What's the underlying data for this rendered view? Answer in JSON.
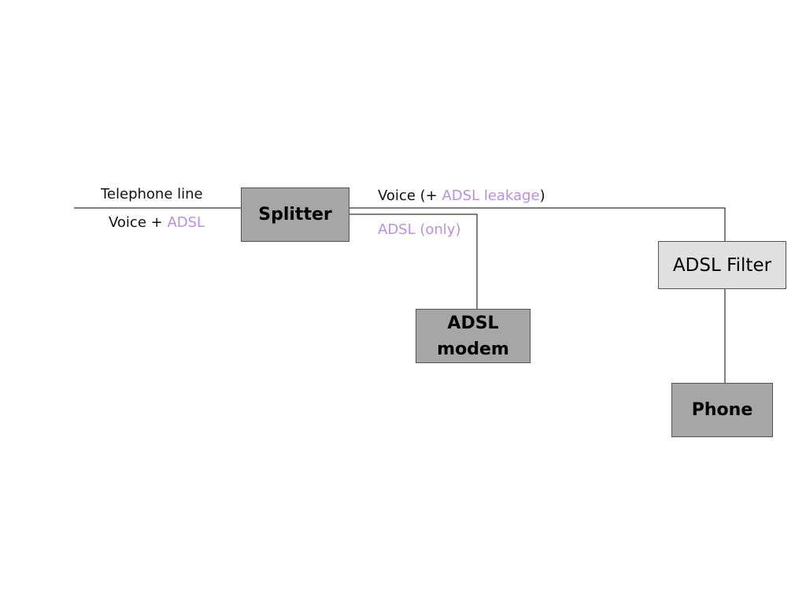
{
  "nodes": {
    "splitter": "Splitter",
    "modem": "ADSL modem",
    "filter": "ADSL Filter",
    "phone": "Phone"
  },
  "labels": {
    "telephone_line": "Telephone line",
    "input_voice": "Voice +",
    "input_adsl": "ADSL",
    "out_voice_prefix": "Voice (+",
    "out_voice_leakage": "ADSL leakage",
    "out_voice_suffix": ")",
    "out_adsl_only": "ADSL (only)"
  },
  "colors": {
    "adsl_text": "#b78ee8",
    "dark_box": "#a6a6a6",
    "light_box": "#e0e0e0",
    "wire": "#000000"
  }
}
